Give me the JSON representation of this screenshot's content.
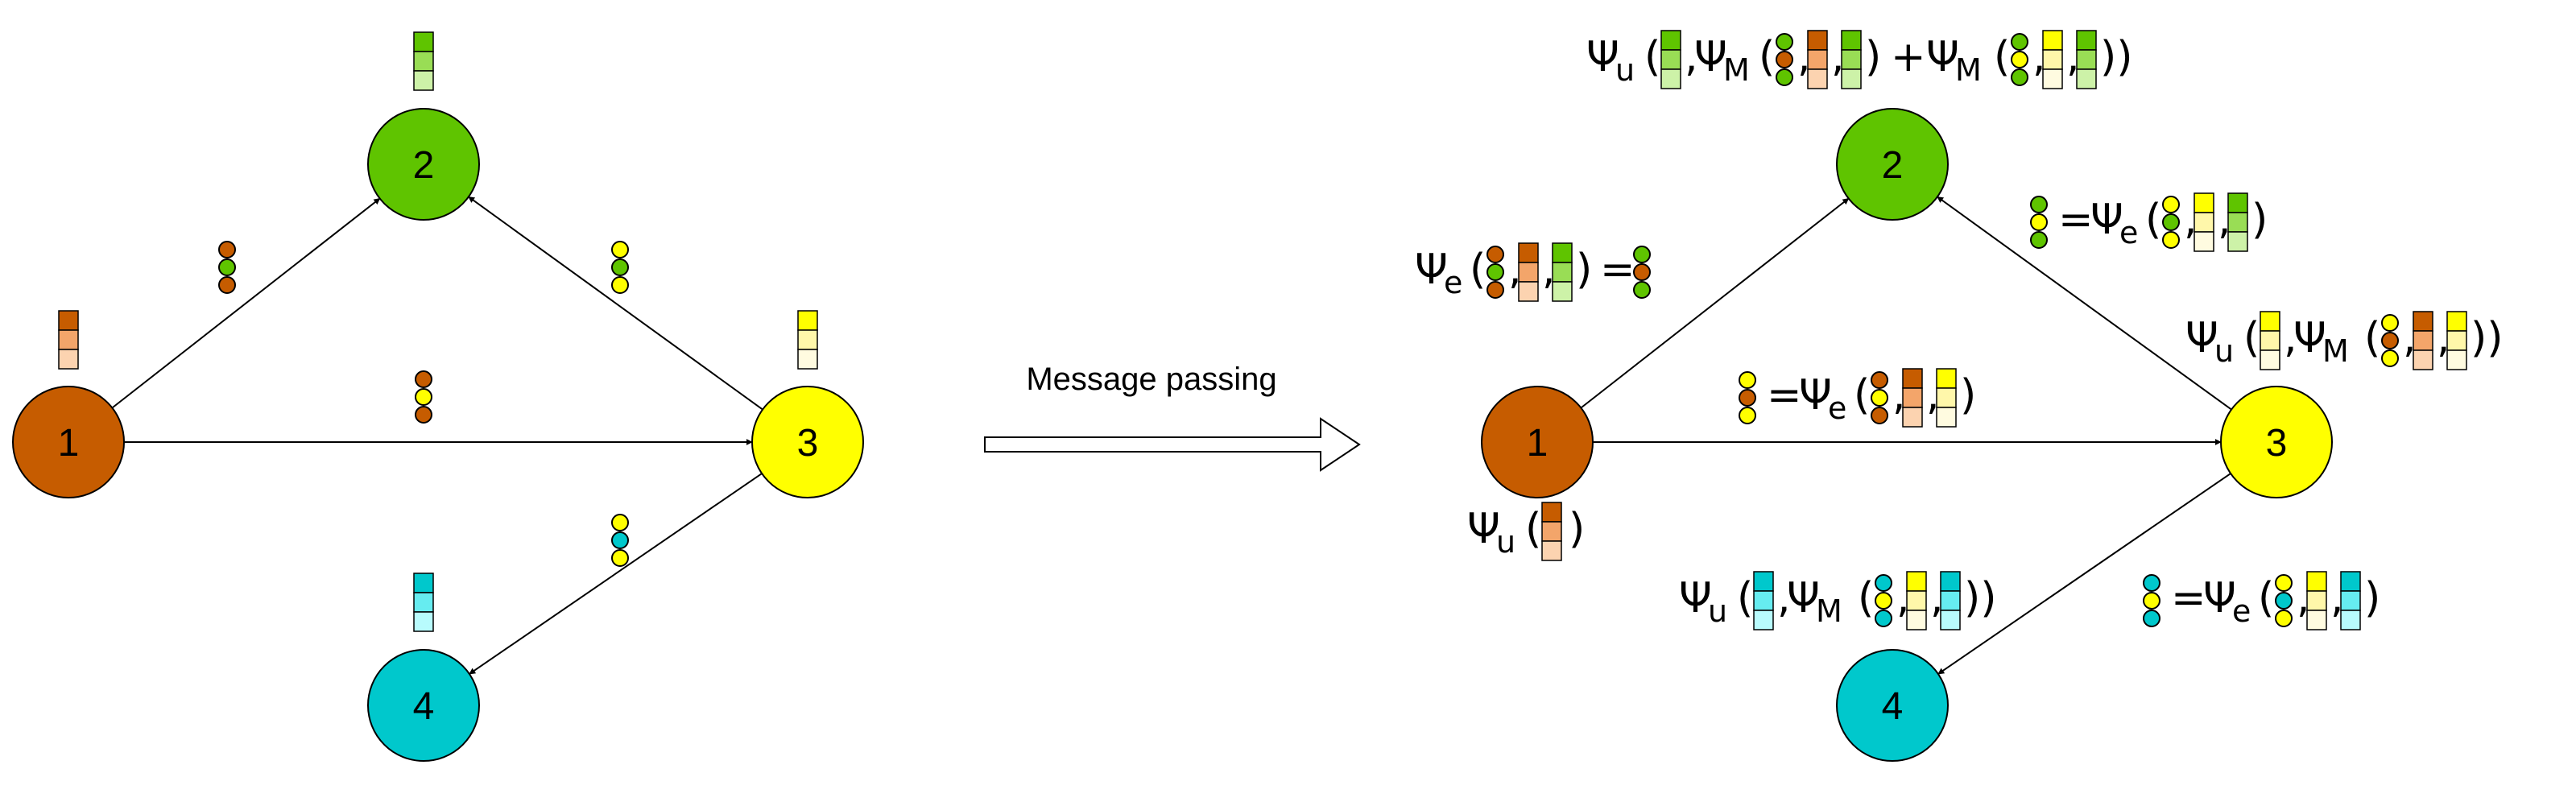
{
  "colors": {
    "orange": "#c65c00",
    "orange_mid": "#f3a56a",
    "orange_light": "#fcd3b0",
    "green": "#5fc400",
    "green_mid": "#99dd55",
    "green_light": "#cdf2a8",
    "yellow": "#ffff00",
    "yellow_mid": "#fff7aa",
    "yellow_light": "#fffbe0",
    "cyan": "#00c8cc",
    "cyan_mid": "#66ecf0",
    "cyan_light": "#b8fbfd"
  },
  "nodes": [
    {
      "id": "1",
      "label": "1",
      "color": "orange"
    },
    {
      "id": "2",
      "label": "2",
      "color": "green"
    },
    {
      "id": "3",
      "label": "3",
      "color": "yellow"
    },
    {
      "id": "4",
      "label": "4",
      "color": "cyan"
    }
  ],
  "edges": [
    {
      "from": "1",
      "to": "2"
    },
    {
      "from": "1",
      "to": "3"
    },
    {
      "from": "3",
      "to": "2"
    },
    {
      "from": "3",
      "to": "4"
    }
  ],
  "middle_label": "Message passing",
  "symbols": {
    "psi": "Ψ",
    "u": "u",
    "e": "e",
    "M": "M",
    "open": "(",
    "close": ")",
    "double_close": "))",
    "comma": ",",
    "equals": "=",
    "plus": "+"
  }
}
